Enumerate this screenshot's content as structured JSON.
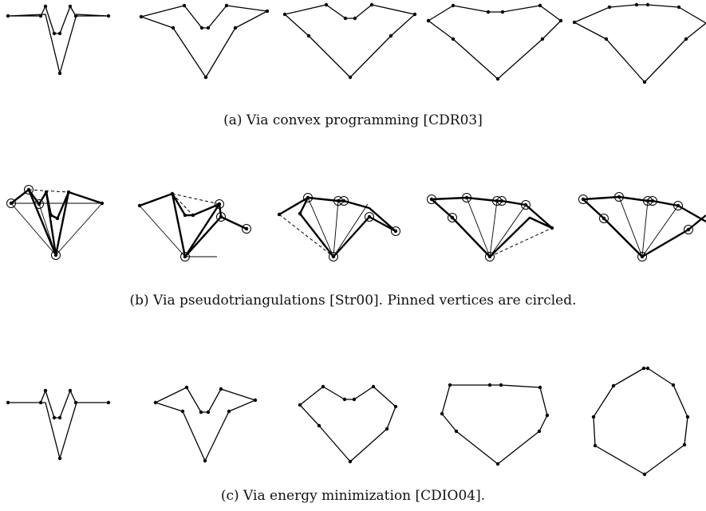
{
  "figure": {
    "rows": [
      {
        "id": "a",
        "caption": "(a) Via convex programming [CDR03]",
        "panels": 5
      },
      {
        "id": "b",
        "caption": "(b) Via pseudotriangulations [Str00]. Pinned vertices are circled.",
        "panels": 5
      },
      {
        "id": "c",
        "caption": "(c) Via energy minimization [CDIO04].",
        "panels": 5
      }
    ]
  }
}
